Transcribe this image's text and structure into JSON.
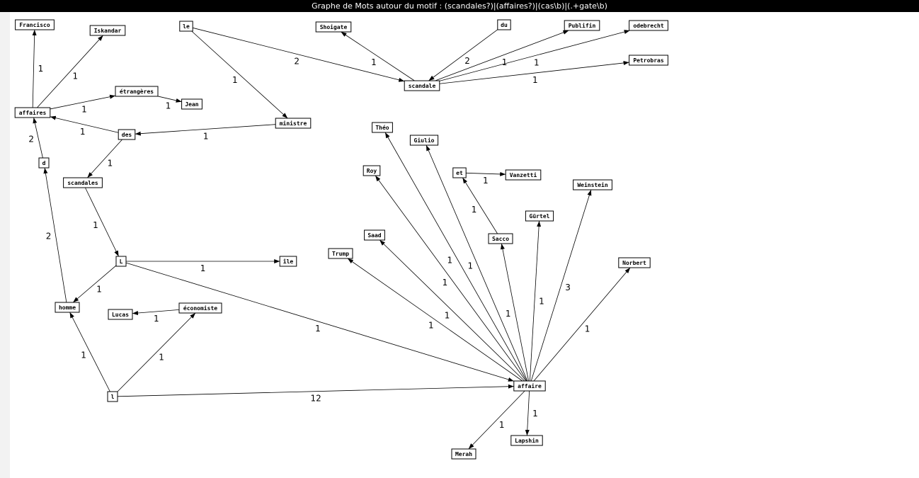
{
  "window": {
    "title": "Graphe de Mots autour du motif : (scandales?)|(affaires?)|(cas\\b)|(.+gate\\b)"
  },
  "graph": {
    "nodes": [
      {
        "id": "Francisco",
        "label": "Francisco"
      },
      {
        "id": "Iskandar",
        "label": "Iskandar"
      },
      {
        "id": "affaires",
        "label": "affaires"
      },
      {
        "id": "etrangeres",
        "label": "étrangères"
      },
      {
        "id": "Jean",
        "label": "Jean"
      },
      {
        "id": "des",
        "label": "des"
      },
      {
        "id": "d",
        "label": "d"
      },
      {
        "id": "scandales",
        "label": "scandales"
      },
      {
        "id": "L",
        "label": "L"
      },
      {
        "id": "ile",
        "label": "île"
      },
      {
        "id": "homme",
        "label": "homme"
      },
      {
        "id": "Lucas",
        "label": "Lucas"
      },
      {
        "id": "economiste",
        "label": "économiste"
      },
      {
        "id": "l",
        "label": "l"
      },
      {
        "id": "le",
        "label": "le"
      },
      {
        "id": "ministre",
        "label": "ministre"
      },
      {
        "id": "Shoigate",
        "label": "Shoigate"
      },
      {
        "id": "scandale",
        "label": "scandale"
      },
      {
        "id": "du",
        "label": "du"
      },
      {
        "id": "Publifin",
        "label": "Publifin"
      },
      {
        "id": "odebrecht",
        "label": "odebrecht"
      },
      {
        "id": "Petrobras",
        "label": "Petrobras"
      },
      {
        "id": "Theo",
        "label": "Théo"
      },
      {
        "id": "Giulio",
        "label": "Giulio"
      },
      {
        "id": "et",
        "label": "et"
      },
      {
        "id": "Vanzetti",
        "label": "Vanzetti"
      },
      {
        "id": "Roy",
        "label": "Roy"
      },
      {
        "id": "Weinstein",
        "label": "Weinstein"
      },
      {
        "id": "Gurtel",
        "label": "Gürtel"
      },
      {
        "id": "Saad",
        "label": "Saad"
      },
      {
        "id": "Sacco",
        "label": "Sacco"
      },
      {
        "id": "Trump",
        "label": "Trump"
      },
      {
        "id": "Norbert",
        "label": "Norbert"
      },
      {
        "id": "affaire",
        "label": "affaire"
      },
      {
        "id": "Merah",
        "label": "Merah"
      },
      {
        "id": "Lapshin",
        "label": "Lapshin"
      }
    ],
    "edges": [
      {
        "from": "affaires",
        "to": "Francisco",
        "weight": "1"
      },
      {
        "from": "affaires",
        "to": "Iskandar",
        "weight": "1"
      },
      {
        "from": "affaires",
        "to": "etrangeres",
        "weight": "1"
      },
      {
        "from": "etrangeres",
        "to": "Jean",
        "weight": "1"
      },
      {
        "from": "des",
        "to": "affaires",
        "weight": "1"
      },
      {
        "from": "d",
        "to": "affaires",
        "weight": "2"
      },
      {
        "from": "des",
        "to": "scandales",
        "weight": "1"
      },
      {
        "from": "scandales",
        "to": "L",
        "weight": "1"
      },
      {
        "from": "L",
        "to": "ile",
        "weight": "1"
      },
      {
        "from": "L",
        "to": "homme",
        "weight": "1"
      },
      {
        "from": "homme",
        "to": "d",
        "weight": "2"
      },
      {
        "from": "l",
        "to": "homme",
        "weight": "1"
      },
      {
        "from": "l",
        "to": "economiste",
        "weight": "1"
      },
      {
        "from": "economiste",
        "to": "Lucas",
        "weight": "1"
      },
      {
        "from": "l",
        "to": "affaire",
        "weight": "12"
      },
      {
        "from": "L",
        "to": "affaire",
        "weight": "1"
      },
      {
        "from": "le",
        "to": "ministre",
        "weight": "1"
      },
      {
        "from": "ministre",
        "to": "des",
        "weight": "1"
      },
      {
        "from": "le",
        "to": "scandale",
        "weight": "2"
      },
      {
        "from": "scandale",
        "to": "Shoigate",
        "weight": "1"
      },
      {
        "from": "du",
        "to": "scandale",
        "weight": "2"
      },
      {
        "from": "scandale",
        "to": "Publifin",
        "weight": "1"
      },
      {
        "from": "scandale",
        "to": "odebrecht",
        "weight": "1"
      },
      {
        "from": "scandale",
        "to": "Petrobras",
        "weight": "1"
      },
      {
        "from": "et",
        "to": "Vanzetti",
        "weight": "1"
      },
      {
        "from": "Sacco",
        "to": "et",
        "weight": "1"
      },
      {
        "from": "affaire",
        "to": "Theo",
        "weight": "1"
      },
      {
        "from": "affaire",
        "to": "Giulio",
        "weight": "1"
      },
      {
        "from": "affaire",
        "to": "Roy",
        "weight": "1"
      },
      {
        "from": "affaire",
        "to": "Saad",
        "weight": "1"
      },
      {
        "from": "affaire",
        "to": "Trump",
        "weight": "1"
      },
      {
        "from": "affaire",
        "to": "Sacco",
        "weight": "1"
      },
      {
        "from": "affaire",
        "to": "Gurtel",
        "weight": "1"
      },
      {
        "from": "affaire",
        "to": "Weinstein",
        "weight": "3"
      },
      {
        "from": "affaire",
        "to": "Norbert",
        "weight": "1"
      },
      {
        "from": "affaire",
        "to": "Merah",
        "weight": "1"
      },
      {
        "from": "affaire",
        "to": "Lapshin",
        "weight": "1"
      }
    ]
  }
}
